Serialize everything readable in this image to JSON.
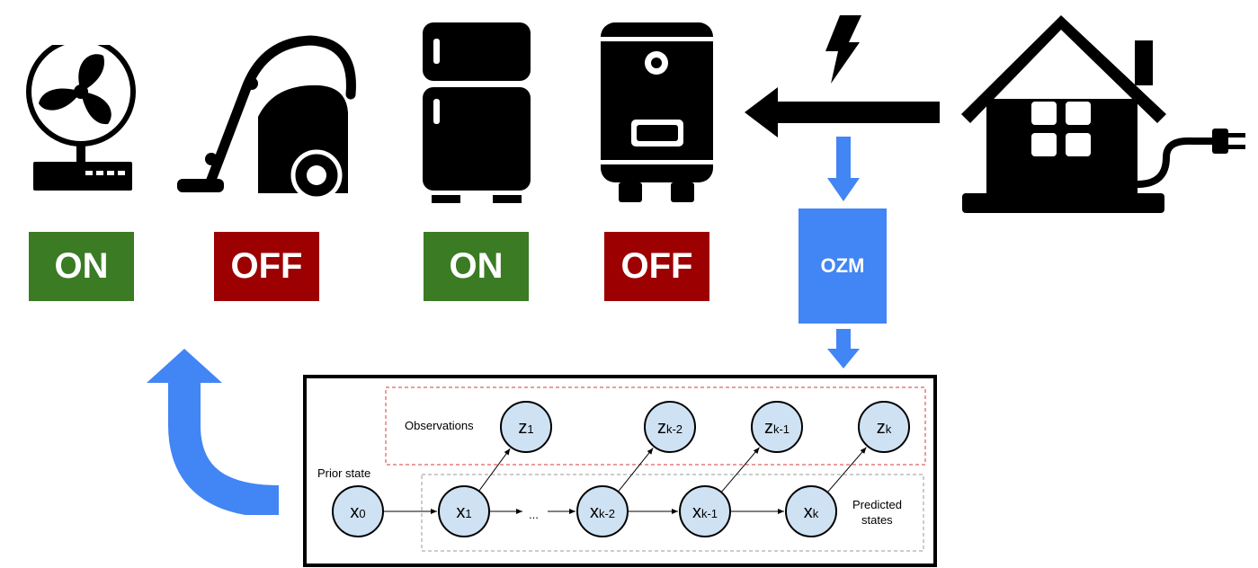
{
  "colors": {
    "on": "#3a7b23",
    "off": "#9c0000",
    "blue": "#4285f4",
    "node_fill": "#cfe2f3",
    "obs_border": "#d63b3b",
    "state_border": "#9a9a9a"
  },
  "appliances": [
    {
      "name": "fan-icon",
      "status": "ON",
      "state": "on"
    },
    {
      "name": "vacuum-cleaner-icon",
      "status": "OFF",
      "state": "off"
    },
    {
      "name": "refrigerator-icon",
      "status": "ON",
      "state": "on"
    },
    {
      "name": "water-heater-icon",
      "status": "OFF",
      "state": "off"
    }
  ],
  "ozm_label": "OZM",
  "hmm": {
    "observations_label": "Observations",
    "prior_label": "Prior state",
    "predicted_line1": "Predicted",
    "predicted_line2": "states",
    "ellipsis": "...",
    "observations": [
      {
        "base": "z",
        "sub": "1"
      },
      {
        "base": "z",
        "sub": "k-2"
      },
      {
        "base": "z",
        "sub": "k-1"
      },
      {
        "base": "z",
        "sub": "k"
      }
    ],
    "states": [
      {
        "base": "x",
        "sub": "0"
      },
      {
        "base": "x",
        "sub": "1"
      },
      {
        "base": "x",
        "sub": "k-2"
      },
      {
        "base": "x",
        "sub": "k-1"
      },
      {
        "base": "x",
        "sub": "k"
      }
    ]
  }
}
